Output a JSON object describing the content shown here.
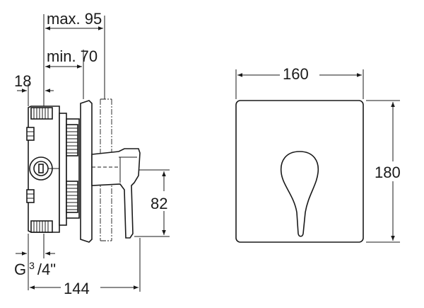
{
  "dimensions": {
    "max_depth": "max. 95",
    "min_depth": "min. 70",
    "offset": "18",
    "thread": "G",
    "thread_sup": "3",
    "thread_sub": "/4\"",
    "total_depth": "144",
    "handle_height": "82",
    "plate_width": "160",
    "plate_height": "180"
  }
}
